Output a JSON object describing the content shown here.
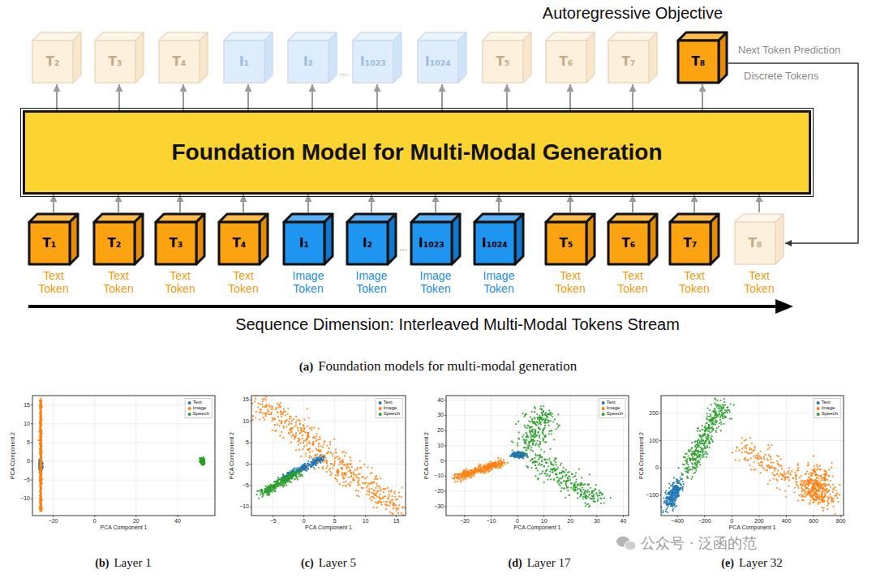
{
  "diagram": {
    "title": "Autoregressive Objective",
    "nodes": [
      {
        "text": [
          "T₂"
        ]
      },
      {
        "text": [
          "T₃"
        ]
      },
      {
        "text": [
          "T₄"
        ]
      },
      {
        "text": [
          "I₁"
        ]
      },
      {
        "text": [
          "I₂"
        ]
      },
      {
        "text": [
          "I₁₀₂₃"
        ]
      },
      {
        "text": [
          "I₁₀₂₄"
        ]
      },
      {
        "text": [
          "T₅"
        ]
      },
      {
        "text": [
          "T₆"
        ]
      },
      {
        "text": [
          "T₇"
        ]
      },
      {
        "text": [
          "T₈"
        ]
      },
      {
        "text": [
          "Foundation Model for Multi-Modal Generation"
        ]
      },
      {
        "text": [
          "T₁",
          "Text Token"
        ]
      },
      {
        "text": [
          "T₂",
          "Text Token"
        ]
      },
      {
        "text": [
          "T₃",
          "Text Token"
        ]
      },
      {
        "text": [
          "T₄",
          "Text Token"
        ]
      },
      {
        "text": [
          "I₁",
          "Image Token"
        ]
      },
      {
        "text": [
          "I₂",
          "Image Token"
        ]
      },
      {
        "text": [
          "I₁₀₂₃",
          "Image Token"
        ]
      },
      {
        "text": [
          "I₁₀₂₄",
          "Image Token"
        ]
      },
      {
        "text": [
          "T₅",
          "Text Token"
        ]
      },
      {
        "text": [
          "T₆",
          "Text Token"
        ]
      },
      {
        "text": [
          "T₇",
          "Text Token"
        ]
      },
      {
        "text": [
          "T₈",
          "Text Token"
        ]
      }
    ],
    "edges": [
      {
        "from": 12,
        "to": 11,
        "arrow": "to"
      },
      {
        "from": 13,
        "to": 11,
        "arrow": "to"
      },
      {
        "from": 14,
        "to": 11,
        "arrow": "to"
      },
      {
        "from": 15,
        "to": 11,
        "arrow": "to"
      },
      {
        "from": 16,
        "to": 11,
        "arrow": "to"
      },
      {
        "from": 17,
        "to": 11,
        "arrow": "to"
      },
      {
        "from": 18,
        "to": 11,
        "arrow": "to"
      },
      {
        "from": 19,
        "to": 11,
        "arrow": "to"
      },
      {
        "from": 20,
        "to": 11,
        "arrow": "to"
      },
      {
        "from": 21,
        "to": 11,
        "arrow": "to"
      },
      {
        "from": 22,
        "to": 11,
        "arrow": "to"
      },
      {
        "from": 23,
        "to": 11,
        "arrow": "to"
      },
      {
        "from": 11,
        "to": 0,
        "arrow": "to"
      },
      {
        "from": 11,
        "to": 1,
        "arrow": "to"
      },
      {
        "from": 11,
        "to": 2,
        "arrow": "to"
      },
      {
        "from": 11,
        "to": 3,
        "arrow": "to"
      },
      {
        "from": 11,
        "to": 4,
        "arrow": "to"
      },
      {
        "from": 11,
        "to": 5,
        "arrow": "to"
      },
      {
        "from": 11,
        "to": 6,
        "arrow": "to"
      },
      {
        "from": 11,
        "to": 7,
        "arrow": "to"
      },
      {
        "from": 11,
        "to": 8,
        "arrow": "to"
      },
      {
        "from": 11,
        "to": 9,
        "arrow": "to"
      },
      {
        "from": 11,
        "to": 10,
        "arrow": "to"
      },
      {
        "from": 10,
        "to": 23,
        "arrow": "to"
      }
    ],
    "labels": [
      "Next Token Prediction",
      "Discrete Tokens",
      "...",
      "...",
      "Sequence Dimension: Interleaved Multi-Modal Tokens Stream",
      "(a)",
      "Foundation models for multi-modal generation",
      "PCA Component 1",
      "PCA Component 2",
      "−20",
      "0",
      "20",
      "40",
      "−10",
      "−5",
      "0",
      "5",
      "10",
      "15",
      "(b)",
      "Layer 1",
      "PCA Component 1",
      "PCA Component 2",
      "−5",
      "0",
      "5",
      "10",
      "15",
      "−10",
      "−5",
      "0",
      "5",
      "10",
      "15",
      "(c)",
      "Layer 5",
      "PCA Component 1",
      "PCA Component 2",
      "−20",
      "−10",
      "0",
      "10",
      "20",
      "30",
      "40",
      "−30",
      "−20",
      "−10",
      "0",
      "10",
      "20",
      "30",
      "40",
      "(d)",
      "Layer 17",
      "PCA Component 1",
      "PCA Component 2",
      "−400",
      "−200",
      "0",
      "200",
      "400",
      "600",
      "800",
      "−100",
      "0",
      "100",
      "200",
      "(e)",
      "Layer 32",
      "公众号 · 泛函的范"
    ],
    "legend": [
      {
        "text": "Text",
        "color": "#1f77b4"
      },
      {
        "text": "Image",
        "color": "#ff7f0e"
      },
      {
        "text": "Speech",
        "color": "#2ca02c"
      },
      {
        "text": "Text",
        "color": "#1f77b4"
      },
      {
        "text": "Image",
        "color": "#ff7f0e"
      },
      {
        "text": "Speech",
        "color": "#2ca02c"
      },
      {
        "text": "Text",
        "color": "#1f77b4"
      },
      {
        "text": "Image",
        "color": "#ff7f0e"
      },
      {
        "text": "Speech",
        "color": "#2ca02c"
      },
      {
        "text": "Text",
        "color": "#1f77b4"
      },
      {
        "text": "Image",
        "color": "#ff7f0e"
      },
      {
        "text": "Speech",
        "color": "#2ca02c"
      }
    ]
  }
}
